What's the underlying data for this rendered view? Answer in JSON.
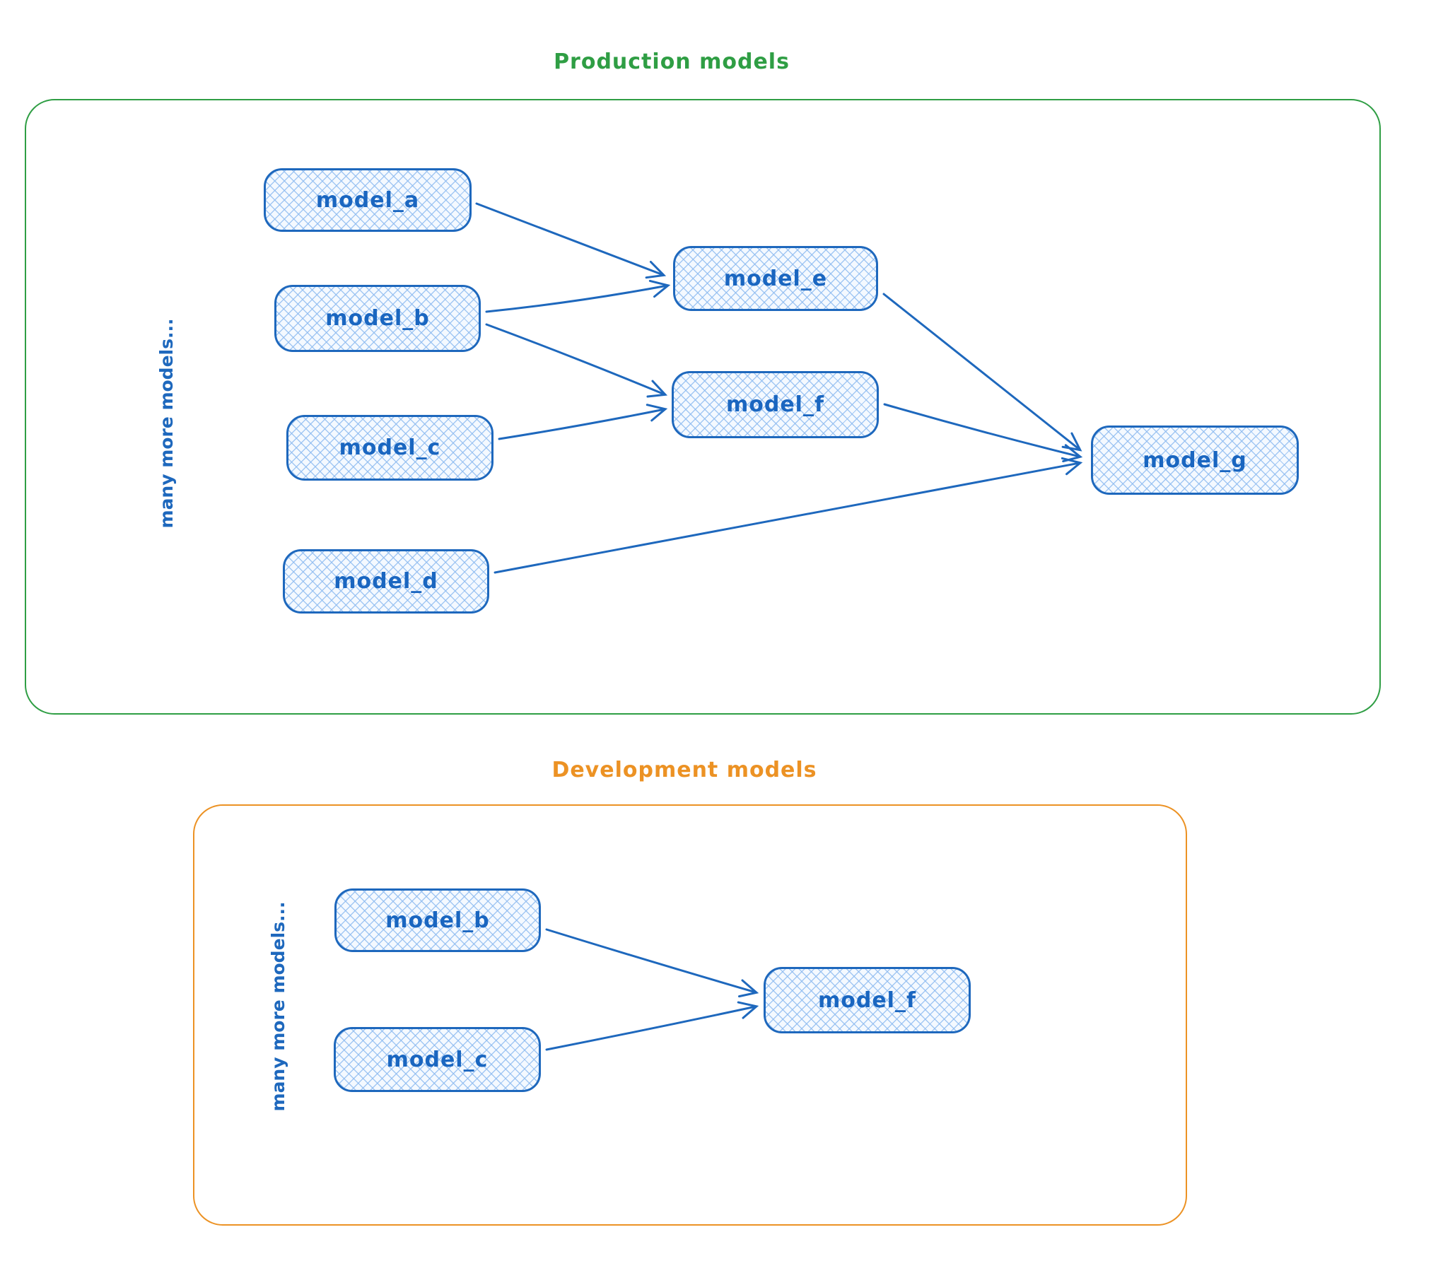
{
  "diagram": {
    "production": {
      "title": "Production models",
      "title_color": "#2f9e44",
      "frame_color": "#2f9e44",
      "side_label": "many more models...",
      "nodes": [
        {
          "id": "model_a",
          "label": "model_a"
        },
        {
          "id": "model_b",
          "label": "model_b"
        },
        {
          "id": "model_c",
          "label": "model_c"
        },
        {
          "id": "model_d",
          "label": "model_d"
        },
        {
          "id": "model_e",
          "label": "model_e"
        },
        {
          "id": "model_f",
          "label": "model_f"
        },
        {
          "id": "model_g",
          "label": "model_g"
        }
      ],
      "edges": [
        {
          "from": "model_a",
          "to": "model_e"
        },
        {
          "from": "model_b",
          "to": "model_e"
        },
        {
          "from": "model_b",
          "to": "model_f"
        },
        {
          "from": "model_c",
          "to": "model_f"
        },
        {
          "from": "model_e",
          "to": "model_g"
        },
        {
          "from": "model_f",
          "to": "model_g"
        },
        {
          "from": "model_d",
          "to": "model_g"
        }
      ]
    },
    "development": {
      "title": "Development models",
      "title_color": "#ec9224",
      "frame_color": "#ec9224",
      "side_label": "many more models...",
      "nodes": [
        {
          "id": "model_b",
          "label": "model_b"
        },
        {
          "id": "model_c",
          "label": "model_c"
        },
        {
          "id": "model_f",
          "label": "model_f"
        }
      ],
      "edges": [
        {
          "from": "model_b",
          "to": "model_f"
        },
        {
          "from": "model_c",
          "to": "model_f"
        }
      ]
    },
    "node_style": {
      "stroke_color": "#1e68bd",
      "text_color": "#1a66c0",
      "fill_color": "#f4f9ff",
      "hatch_color": "#8ebbf0",
      "fill_pattern": "cross-hatch"
    }
  }
}
